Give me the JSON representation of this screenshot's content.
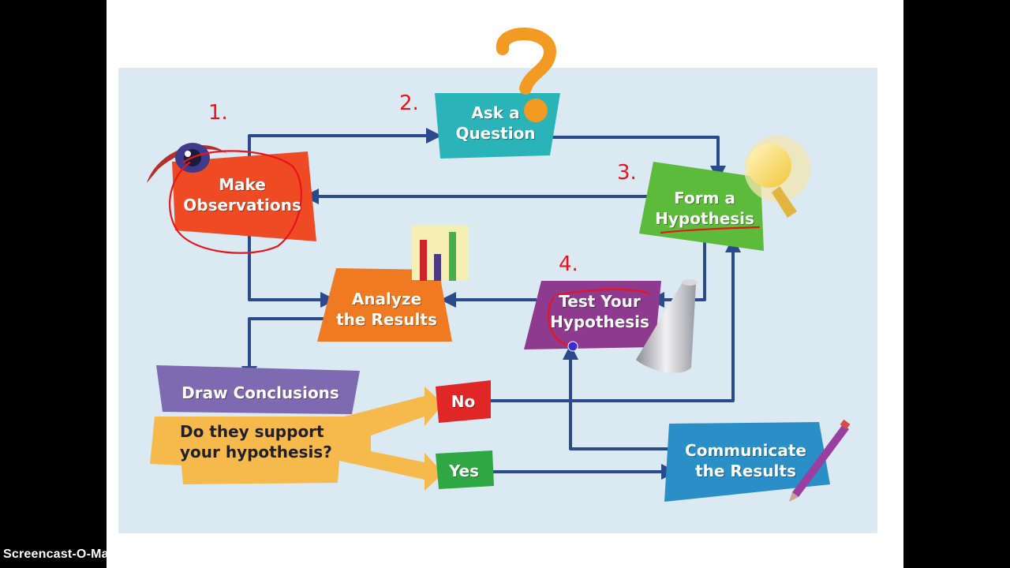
{
  "steps": {
    "observations": "Make\nObservations",
    "question": "Ask a\nQuestion",
    "hypothesis": "Form a\nHypothesis",
    "test": "Test Your\nHypothesis",
    "analyze": "Analyze\nthe Results",
    "conclusions": "Draw Conclusions",
    "support": "Do they support\nyour hypothesis?",
    "no": "No",
    "yes": "Yes",
    "communicate": "Communicate\nthe Results"
  },
  "annotations": {
    "step1": "1.",
    "step2": "2.",
    "step3": "3.",
    "step4": "4."
  },
  "watermark": "Screencast-O-Matic.com",
  "colors": {
    "background": "#dbe9f3",
    "arrow": "#2b4a8a",
    "observations": "#ee4a24",
    "question": "#2ab3b8",
    "hypothesis": "#5dbb3c",
    "test": "#8e3a8e",
    "analyze": "#f07a22",
    "conclusions": "#7d6ab0",
    "support": "#f6b94c",
    "no": "#e02626",
    "yes": "#2fa844",
    "communicate": "#2a8fc7",
    "annotation": "#e8141c"
  },
  "icons": [
    "eye-icon",
    "question-mark-icon",
    "lightbulb-icon",
    "bar-chart-icon",
    "flask-icon",
    "pencil-icon"
  ]
}
